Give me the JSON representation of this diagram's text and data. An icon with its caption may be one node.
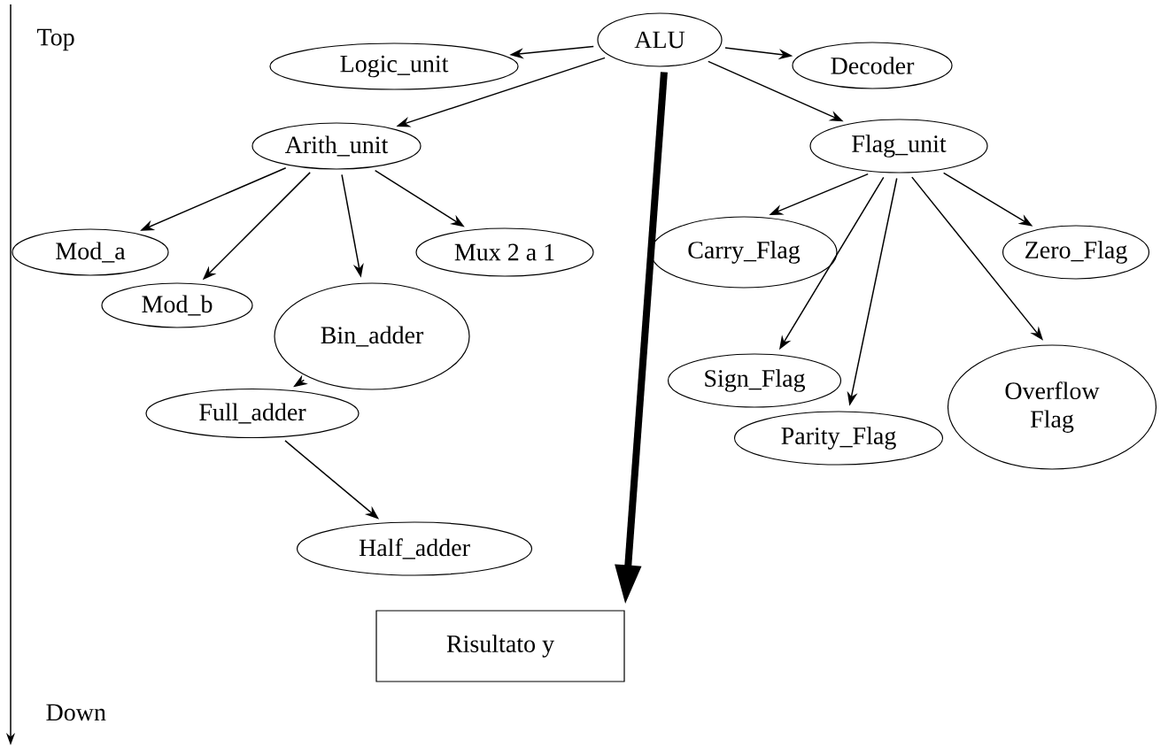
{
  "diagram": {
    "nodes": [
      {
        "text": [
          "ALU"
        ]
      },
      {
        "text": [
          "Logic_unit"
        ]
      },
      {
        "text": [
          "Decoder"
        ]
      },
      {
        "text": [
          "Arith_unit"
        ]
      },
      {
        "text": [
          "Flag_unit"
        ]
      },
      {
        "text": [
          "Mod_a"
        ]
      },
      {
        "text": [
          "Mux 2 a 1"
        ]
      },
      {
        "text": [
          "Carry_Flag"
        ]
      },
      {
        "text": [
          "Zero_Flag"
        ]
      },
      {
        "text": [
          "Mod_b"
        ]
      },
      {
        "text": [
          "Bin_adder"
        ]
      },
      {
        "text": [
          "Sign_Flag"
        ]
      },
      {
        "text": [
          "Overflow Flag"
        ]
      },
      {
        "text": [
          "Full_adder"
        ]
      },
      {
        "text": [
          "Parity_Flag"
        ]
      },
      {
        "text": [
          "Half_adder"
        ]
      },
      {
        "text": [
          "Risultato y"
        ]
      }
    ],
    "edges": [
      {
        "from": 0,
        "to": 1,
        "arrow": "to"
      },
      {
        "from": 0,
        "to": 2,
        "arrow": "to"
      },
      {
        "from": 0,
        "to": 3,
        "arrow": "to"
      },
      {
        "from": 0,
        "to": 4,
        "arrow": "to"
      },
      {
        "from": 0,
        "to": 16,
        "arrow": "to",
        "style": "thick"
      },
      {
        "from": 3,
        "to": 5,
        "arrow": "to"
      },
      {
        "from": 3,
        "to": 9,
        "arrow": "to"
      },
      {
        "from": 3,
        "to": 10,
        "arrow": "to"
      },
      {
        "from": 3,
        "to": 6,
        "arrow": "to"
      },
      {
        "from": 4,
        "to": 7,
        "arrow": "to"
      },
      {
        "from": 4,
        "to": 11,
        "arrow": "to"
      },
      {
        "from": 4,
        "to": 14,
        "arrow": "to"
      },
      {
        "from": 4,
        "to": 12,
        "arrow": "to"
      },
      {
        "from": 4,
        "to": 8,
        "arrow": "to"
      },
      {
        "from": 10,
        "to": 13,
        "arrow": "to"
      },
      {
        "from": 13,
        "to": 15,
        "arrow": "to"
      }
    ],
    "labels": [
      "Top",
      "Down"
    ]
  }
}
